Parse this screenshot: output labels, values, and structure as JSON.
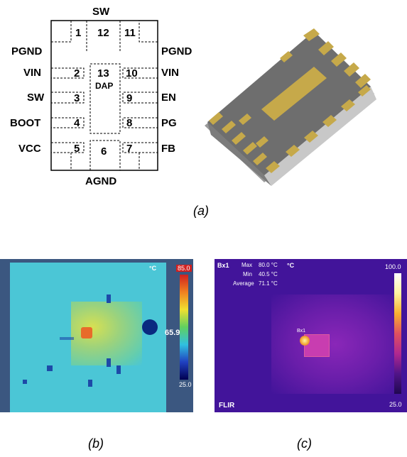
{
  "pinout": {
    "top": "SW",
    "bottom": "AGND",
    "left": [
      "PGND",
      "VIN",
      "SW",
      "BOOT",
      "VCC"
    ],
    "right": [
      "PGND",
      "VIN",
      "EN",
      "PG",
      "FB"
    ],
    "pins": {
      "p1": "1",
      "p2": "2",
      "p3": "3",
      "p4": "4",
      "p5": "5",
      "p6": "6",
      "p7": "7",
      "p8": "8",
      "p9": "9",
      "p10": "10",
      "p11": "11",
      "p12": "12",
      "p13": "13"
    },
    "dap": "DAP"
  },
  "captions": {
    "a": "(a)",
    "b": "(b)",
    "c": "(c)"
  },
  "thermal_b": {
    "unit": "°C",
    "max": "85.0",
    "spot": "65.9",
    "min": "25.0"
  },
  "thermal_c": {
    "label": "Bx1",
    "max_label": "Max",
    "max_val": "80.0 °C",
    "min_label": "Min",
    "min_val": "40.5 °C",
    "avg_label": "Average",
    "avg_val": "71.1 °C",
    "unit": "°C",
    "scale_max": "100.0",
    "scale_min": "25.0",
    "brand": "FLIR"
  }
}
